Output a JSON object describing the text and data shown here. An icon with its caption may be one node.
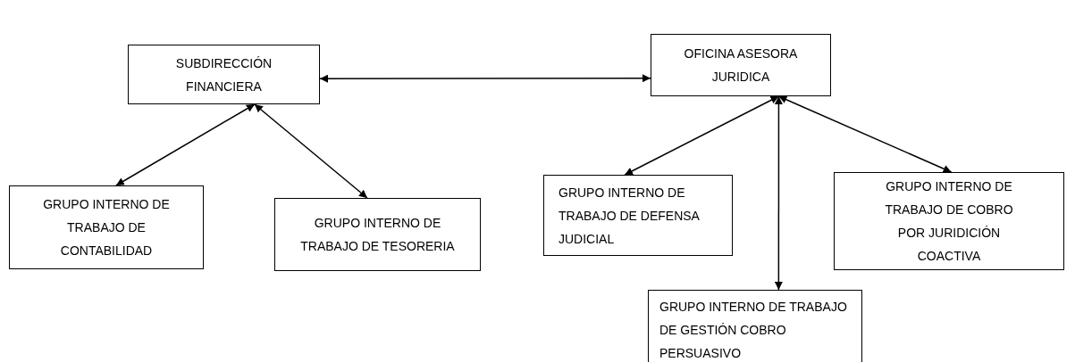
{
  "diagram": {
    "nodes": [
      {
        "text": [
          "SUBDIRECCIÓN FINANCIERA"
        ]
      },
      {
        "text": [
          "OFICINA ASESORA JURIDICA"
        ]
      },
      {
        "text": [
          "GRUPO INTERNO DE TRABAJO DE CONTABILIDAD"
        ]
      },
      {
        "text": [
          "GRUPO INTERNO DE TRABAJO DE TESORERIA"
        ]
      },
      {
        "text": [
          "GRUPO INTERNO DE TRABAJO DE DEFENSA JUDICIAL"
        ]
      },
      {
        "text": [
          "GRUPO INTERNO DE TRABAJO DE COBRO POR JURIDICIÓN COACTIVA"
        ]
      },
      {
        "text": [
          "GRUPO INTERNO DE TRABAJO DE GESTIÓN COBRO PERSUASIVO"
        ]
      }
    ],
    "edges": [
      {
        "from": 0,
        "to": 1,
        "arrow": "both"
      },
      {
        "from": 0,
        "to": 2,
        "arrow": "both"
      },
      {
        "from": 0,
        "to": 3,
        "arrow": "both"
      },
      {
        "from": 1,
        "to": 4,
        "arrow": "both"
      },
      {
        "from": 1,
        "to": 5,
        "arrow": "both"
      },
      {
        "from": 1,
        "to": 6,
        "arrow": "both"
      }
    ]
  }
}
